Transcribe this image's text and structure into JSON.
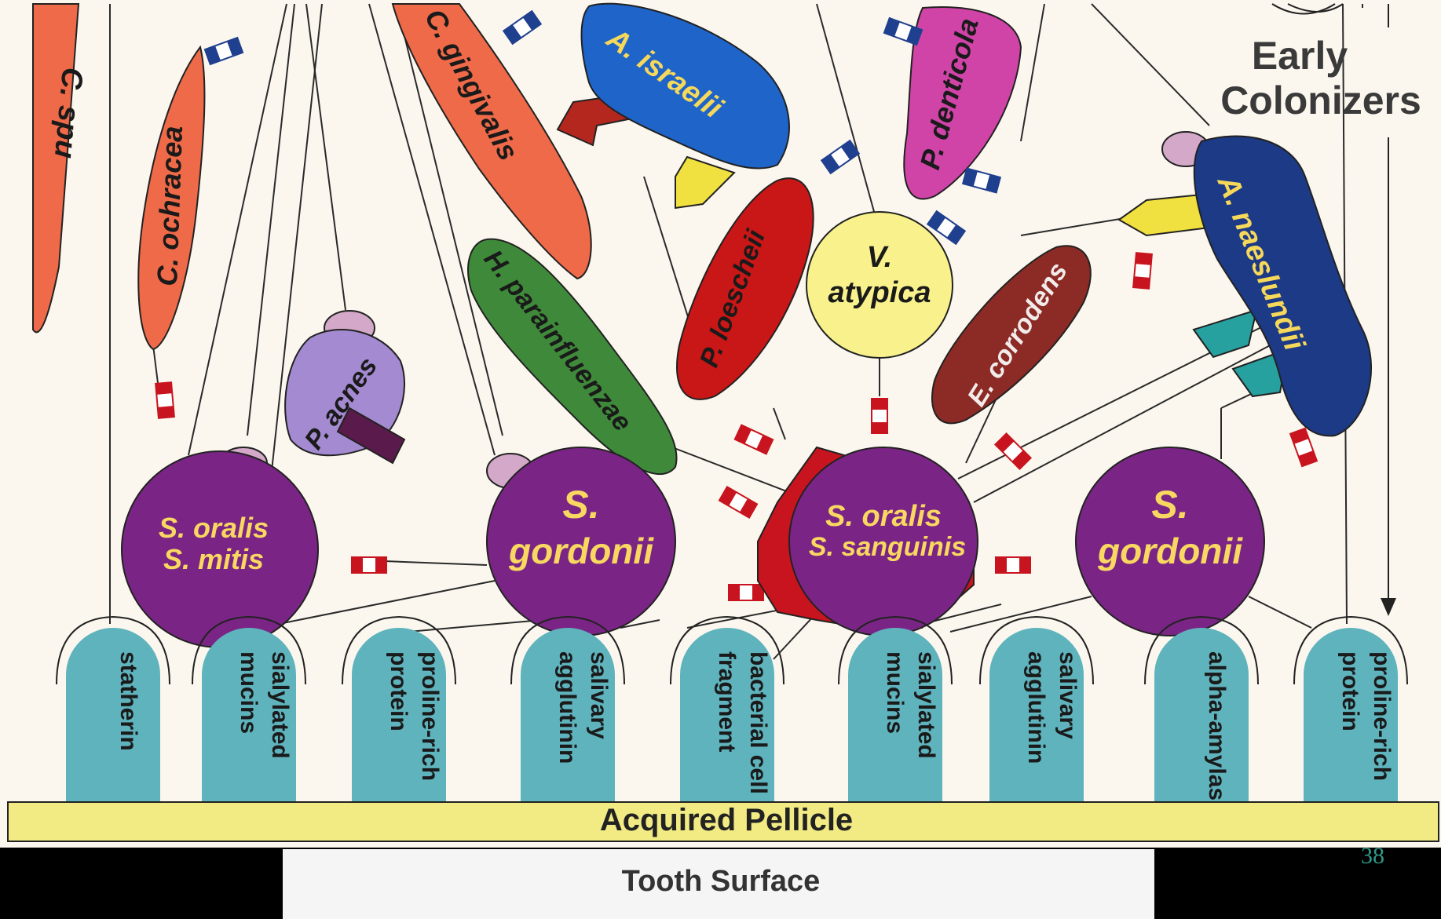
{
  "heading": {
    "line1": "Early",
    "line2": "Colonizers"
  },
  "bacteria": {
    "c_spu": "C. spu",
    "c_ochracea": "C. ochracea",
    "c_gingivalis": "C. gingivalis",
    "a_israelii": "A. israelii",
    "p_denticola": "P. denticola",
    "p_acnes": "P. acnes",
    "h_parainfluenzae": "H. parainfluenzae",
    "p_loescheii": "P. loescheii",
    "v_atypica_1": "V.",
    "v_atypica_2": "atypica",
    "e_corrodens": "E. corrodens",
    "a_naeslundii": "A. naeslundii",
    "s_oralis_mitis_1": "S. oralis",
    "s_oralis_mitis_2": "S. mitis",
    "s_gordonii_a_1": "S.",
    "s_gordonii_a_2": "gordonii",
    "s_oralis_sanguinis_1": "S. oralis",
    "s_oralis_sanguinis_2": "S. sanguinis",
    "s_gordonii_b_1": "S.",
    "s_gordonii_b_2": "gordonii"
  },
  "receptors": [
    [
      "statherin"
    ],
    [
      "sialylated",
      "mucins"
    ],
    [
      "proline-rich",
      "protein"
    ],
    [
      "salivary",
      "agglutinin"
    ],
    [
      "bacterial cell",
      "fragment"
    ],
    [
      "sialylated",
      "mucins"
    ],
    [
      "salivary",
      "agglutinin"
    ],
    [
      "alpha-amylase"
    ],
    [
      "proline-rich",
      "protein"
    ]
  ],
  "pellicle_label": "Acquired Pellicle",
  "tooth_surface_label": "Tooth Surface",
  "slide_number": "38",
  "colors": {
    "background": "#fbf7ee",
    "pellicle": "#f2eb84",
    "receptor": "#5fb3bd",
    "streptococcus": "#7a2585",
    "streptococcus_text": "#f8d860",
    "adhesin_red": "#c8141e",
    "adhesin_blue": "#1f3f8f",
    "slide_number": "#2f9a8a"
  }
}
